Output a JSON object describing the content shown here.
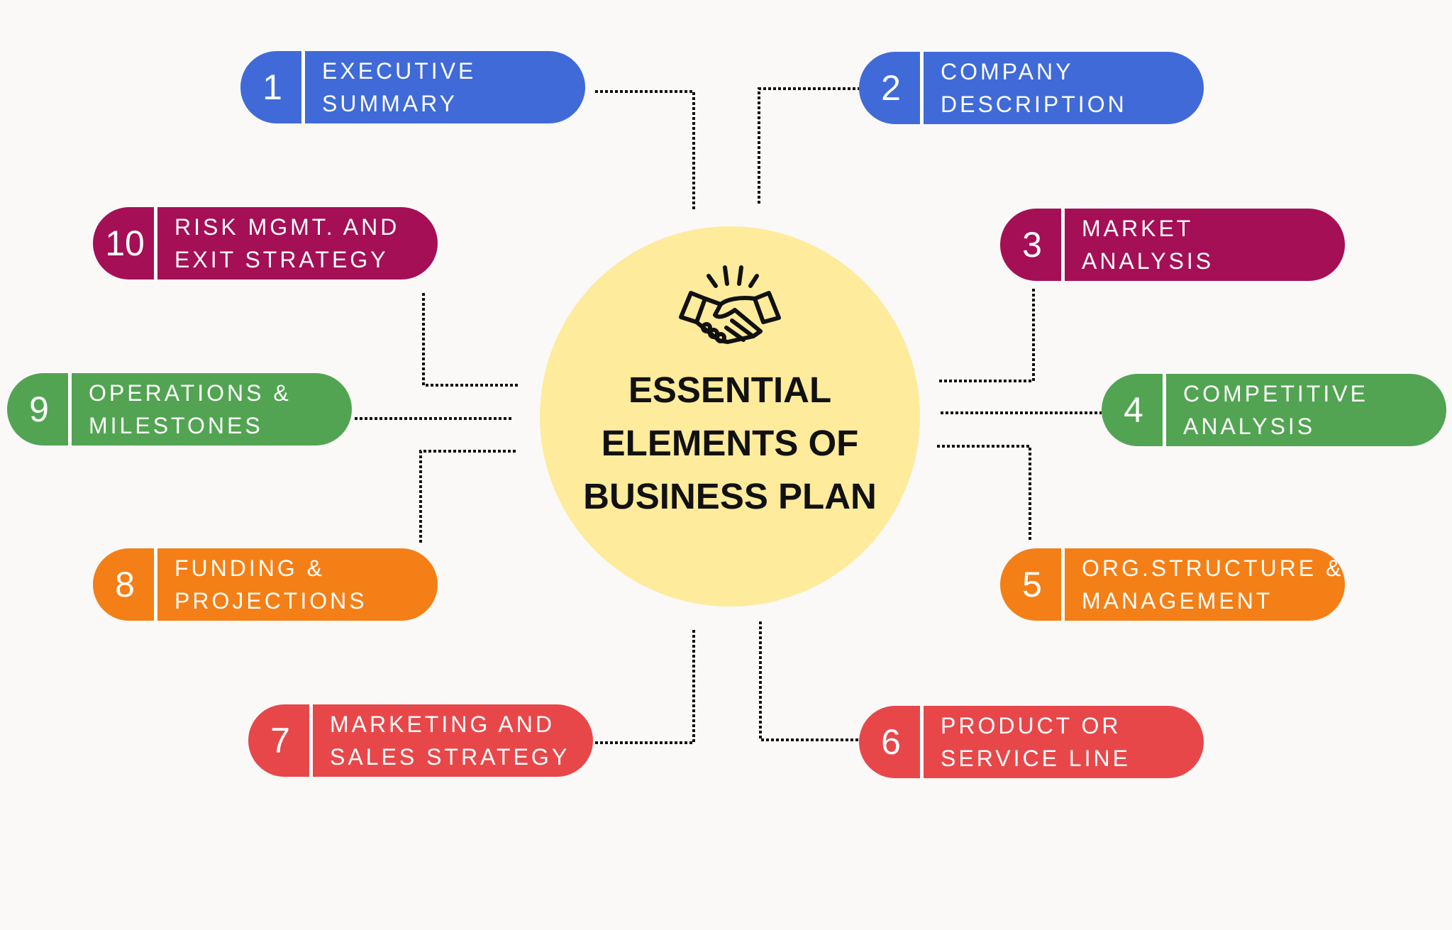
{
  "title": {
    "lines": [
      "ESSENTIAL",
      "ELEMENTS OF",
      "BUSINESS PLAN"
    ],
    "icon": "handshake-icon"
  },
  "colors": {
    "blue": "#3f6ad8",
    "magenta": "#a50f56",
    "green": "#52a452",
    "orange": "#f47f16",
    "red": "#e8474a",
    "circle": "#feeb9c"
  },
  "elements": [
    {
      "number": "1",
      "lines": [
        "EXECUTIVE",
        "SUMMARY"
      ]
    },
    {
      "number": "2",
      "lines": [
        "COMPANY",
        "DESCRIPTION"
      ]
    },
    {
      "number": "3",
      "lines": [
        "MARKET",
        "ANALYSIS"
      ]
    },
    {
      "number": "4",
      "lines": [
        "COMPETITIVE",
        "ANALYSIS"
      ]
    },
    {
      "number": "5",
      "lines": [
        "ORG.STRUCTURE &",
        "MANAGEMENT"
      ]
    },
    {
      "number": "6",
      "lines": [
        "PRODUCT OR",
        "SERVICE LINE"
      ]
    },
    {
      "number": "7",
      "lines": [
        "MARKETING AND",
        "SALES STRATEGY"
      ]
    },
    {
      "number": "8",
      "lines": [
        "FUNDING &",
        "PROJECTIONS"
      ]
    },
    {
      "number": "9",
      "lines": [
        "OPERATIONS &",
        "MILESTONES"
      ]
    },
    {
      "number": "10",
      "lines": [
        "RISK MGMT. AND",
        "EXIT STRATEGY"
      ]
    }
  ]
}
